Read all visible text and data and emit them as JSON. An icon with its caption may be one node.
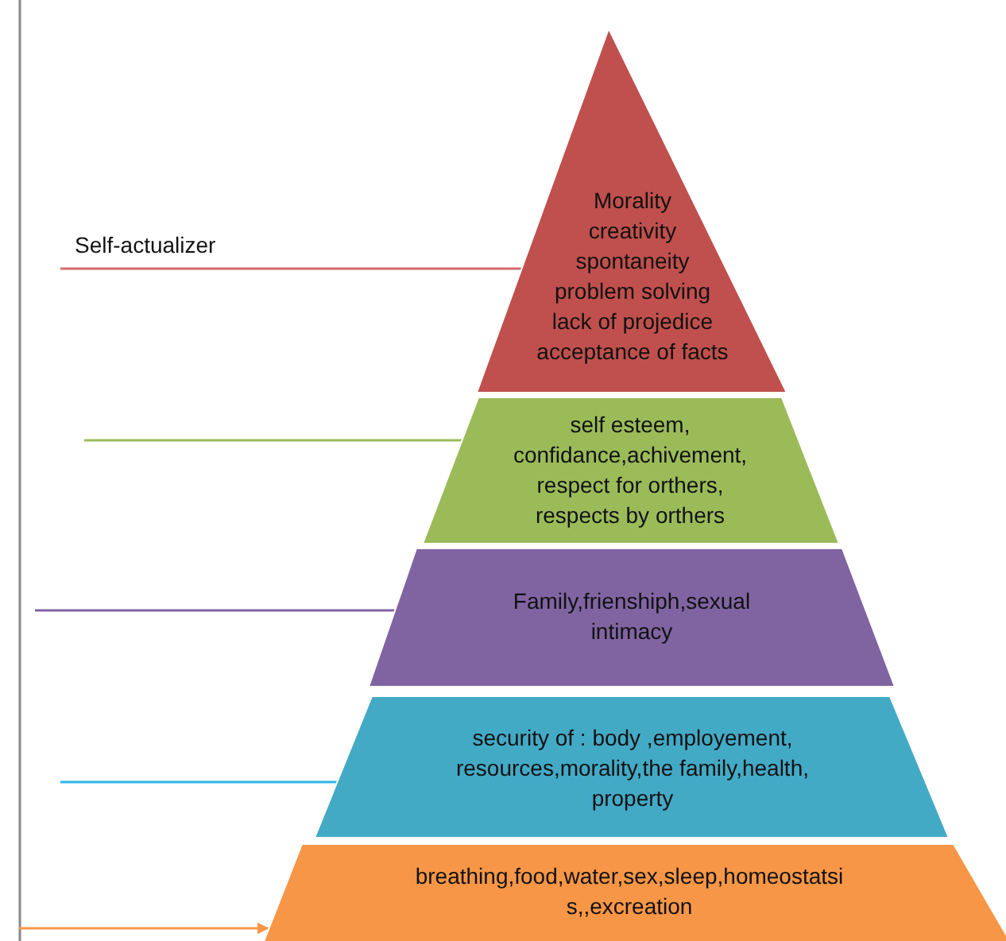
{
  "diagram": {
    "nodes": [
      {
        "text": [
          "Morality",
          "creativity",
          "spontaneity",
          "problem solving",
          "lack of projedice",
          "acceptance of facts"
        ]
      },
      {
        "text": [
          "Self-actualizer"
        ]
      },
      {
        "text": [
          "self esteem, confidance,achivement, respect for orthers, respects by orthers"
        ]
      },
      {
        "text": [
          "Family,frienshiph,sexual intimacy"
        ]
      },
      {
        "text": [
          "security of : body ,employement, resources,morality,the family,health, property"
        ]
      },
      {
        "text": [
          "breathing,food,water,sex,sleep,homeostatsi s,,excreation"
        ]
      }
    ],
    "edges": [
      {
        "from": 1,
        "to": 0,
        "arrow": "none",
        "color": "#d36a6a"
      },
      {
        "from": null,
        "to": 2,
        "arrow": "none",
        "color": "#9bbb59"
      },
      {
        "from": null,
        "to": 3,
        "arrow": "none",
        "color": "#8064a2"
      },
      {
        "from": null,
        "to": 4,
        "arrow": "none",
        "color": "#2cb5e8"
      },
      {
        "from": null,
        "to": 5,
        "arrow": "to",
        "color": "#f79646"
      }
    ]
  }
}
